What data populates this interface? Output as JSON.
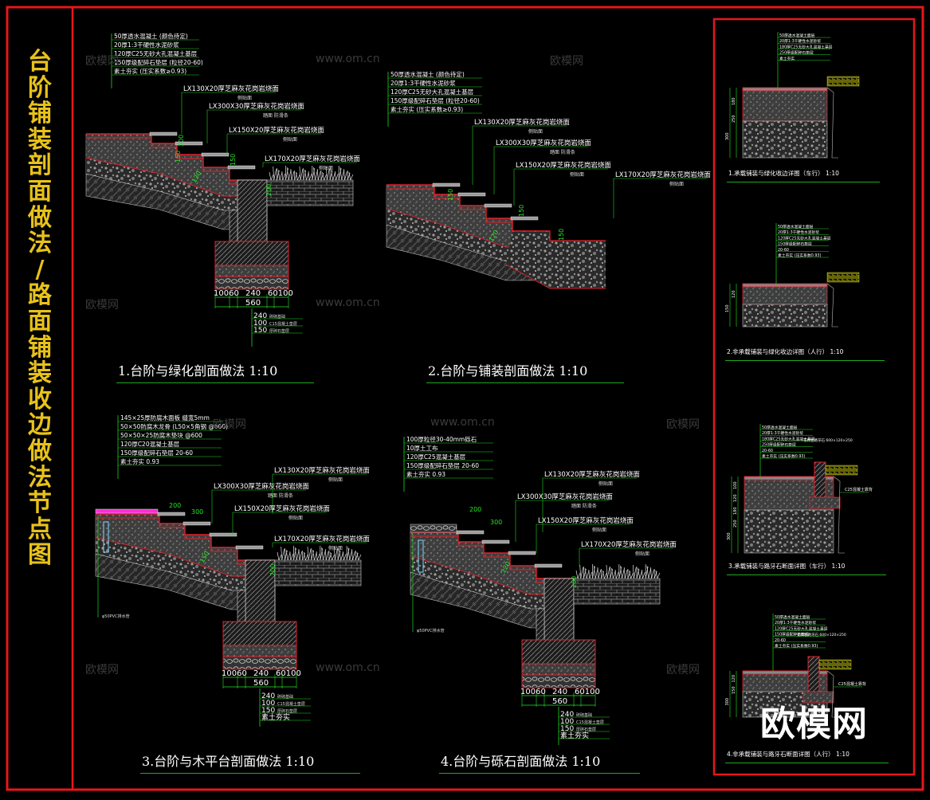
{
  "sheet": {
    "vertical_title": "台阶铺装剖面做法/路面铺装收边做法节点图",
    "brand": "欧模网",
    "watermark_cn": "欧模网",
    "watermark_url": "www.om.cn"
  },
  "colors": {
    "frame": "#e8161b",
    "title_yellow": "#e8c21a",
    "leader_green": "#1fd81f",
    "dim_green": "#26e426",
    "layer_red": "#e0202a",
    "fill_gray": "#6a6a6a",
    "magenta": "#ff2bd6"
  },
  "diagrams": [
    {
      "title": "1.台阶与绿化剖面做法 1:10",
      "layers": [
        "50厚透水混凝土 (颜色待定)",
        "20厚1:3干硬性水泥砂浆",
        "120厚C25无砂大孔混凝土基层",
        "150厚级配碎石垫层 (粒径20-60)",
        "素土夯实 (压实系数≥0.93)"
      ],
      "steps": [
        "LX130X20厚芝麻灰花岗岩烧面",
        "LX300X30厚芝麻灰花岗岩烧面",
        "LX150X20厚芝麻灰花岗岩烧面",
        "LX170X20厚芝麻灰花岗岩烧面"
      ],
      "notes": [
        "侧贴面",
        "踏面  防滑条",
        "侧贴面",
        "侧贴面"
      ],
      "dims_bottom": [
        "10060",
        "240",
        "60100"
      ],
      "dim_total": "560",
      "foundation": [
        "240 砖砌基础",
        "100 C15混凝土垫层",
        "150 厚碎石垫层"
      ],
      "dim_values": [
        "150",
        "300",
        "120",
        "150",
        "200"
      ]
    },
    {
      "title": "2.台阶与铺装剖面做法 1:10",
      "layers": [
        "50厚透水混凝土 (颜色待定)",
        "20厚1:3干硬性水泥砂浆",
        "120厚C25无砂大孔混凝土基层",
        "150厚级配碎石垫层 (粒径20-60)",
        "素土夯实 (压实系数≥0.93)"
      ],
      "steps": [
        "LX130X20厚芝麻灰花岗岩烧面",
        "LX300X30厚芝麻灰花岗岩烧面",
        "LX150X20厚芝麻灰花岗岩烧面",
        "LX170X20厚芝麻灰花岗岩烧面"
      ],
      "notes": [
        "侧贴面",
        "踏面  防滑条",
        "侧贴面",
        "侧贴面"
      ],
      "layers2": [
        "50厚透水混凝土 (颜色待定)",
        "20厚1:3干硬性水泥砂浆",
        "120厚C25无砂大孔混凝土基层",
        "150厚级配碎石垫层 (粒径20-60)",
        "素土夯实 (压实系数≥0.93)"
      ],
      "dim_values": [
        "150",
        "150",
        "120",
        "150"
      ]
    },
    {
      "title": "3.台阶与木平台剖面做法 1:10",
      "layers": [
        "145×25厚防腐木面板  缝宽5mm",
        "50×50防腐木龙骨 (L50×5角钢 @600)",
        "50×50×25防腐木垫块 @600",
        "120厚C20混凝土基层",
        "150厚级配碎石垫层   20-60",
        "素土夯实   0.93"
      ],
      "steps": [
        "LX130X20厚芝麻灰花岗岩烧面",
        "LX300X30厚芝麻灰花岗岩烧面",
        "LX150X20厚芝麻灰花岗岩烧面",
        "LX170X20厚芝麻灰花岗岩烧面"
      ],
      "notes": [
        "侧贴面",
        "踏面  防滑条",
        "侧贴面",
        "侧贴面"
      ],
      "side_note": "φ50PVC排水管",
      "dims_bottom": [
        "10060",
        "240",
        "60100"
      ],
      "dim_total": "560",
      "foundation": [
        "240 砖砌基础",
        "100 C15混凝土垫层",
        "150 厚碎石垫层",
        "素土夯实"
      ],
      "dim_values": [
        "200",
        "300",
        "150",
        "200"
      ]
    },
    {
      "title": "4.台阶与砾石剖面做法 1:10",
      "layers": [
        "100厚粒径30-40mm砾石",
        "10厚土工布",
        "120厚C25混凝土基层",
        "150厚级配碎石垫层   20-60",
        "素土夯实   0.93"
      ],
      "steps": [
        "LX130X20厚芝麻灰花岗岩烧面",
        "LX300X30厚芝麻灰花岗岩烧面",
        "LX150X20厚芝麻灰花岗岩烧面",
        "LX170X20厚芝麻灰花岗岩烧面"
      ],
      "notes": [
        "侧贴面",
        "踏面  防滑条",
        "侧贴面",
        "侧贴面"
      ],
      "side_note": "φ50PVC排水管",
      "dims_bottom": [
        "10060",
        "240",
        "60100"
      ],
      "dim_total": "560",
      "foundation": [
        "240 砖砌基础",
        "100 C15混凝土垫层",
        "150 厚碎石垫层",
        "素土夯实"
      ],
      "dim_values": [
        "200",
        "300",
        "120",
        "200"
      ]
    }
  ],
  "side_panels": [
    {
      "title": "1.承载铺装与绿化收边详图（车行） 1:10",
      "layers": [
        "50厚透水混凝土面层",
        "20厚1:3干硬性水泥砂浆",
        "180厚C25无砂大孔混凝土基层",
        "250厚级配碎石垫层",
        "素土夯实"
      ],
      "dim_values": [
        "180",
        "250",
        "300"
      ]
    },
    {
      "title": "2.非承载铺装与绿化收边详图（人行） 1:10",
      "layers": [
        "50厚透水混凝土面层",
        "20厚1:3干硬性水泥砂浆",
        "120厚C25无砂大孔混凝土基层",
        "150厚级配碎石垫层",
        "20-60",
        "素土夯实 (压实系数0.93)"
      ],
      "dim_values": [
        "120",
        "150"
      ]
    },
    {
      "title": "3.承载铺装与路牙石断面详图（车行） 1:10",
      "layers": [
        "50厚透水混凝土面层",
        "20厚1:3干硬性水泥砂浆",
        "180厚C25无砂大孔混凝土基层",
        "250厚级配碎石垫层",
        "20-60",
        "素土夯实 (压实系数0.93)"
      ],
      "curb_note": "花岗岩路牙石 600×120×250",
      "base_note": "C25混凝土靠背",
      "dim_values": [
        "100",
        "120",
        "180",
        "250",
        "300"
      ]
    },
    {
      "title": "4.非承载铺装与路牙石断面详图（人行） 1:10",
      "layers": [
        "50厚透水混凝土面层",
        "20厚1:3干硬性水泥砂浆",
        "120厚C25无砂大孔混凝土基层",
        "150厚级配碎石垫层",
        "20-60",
        "素土夯实 (压实系数0.93)"
      ],
      "curb_note": "花岗岩路牙石 600×120×250",
      "base_note": "C25混凝土靠背",
      "dim_values": [
        "120",
        "150",
        "300"
      ]
    }
  ]
}
